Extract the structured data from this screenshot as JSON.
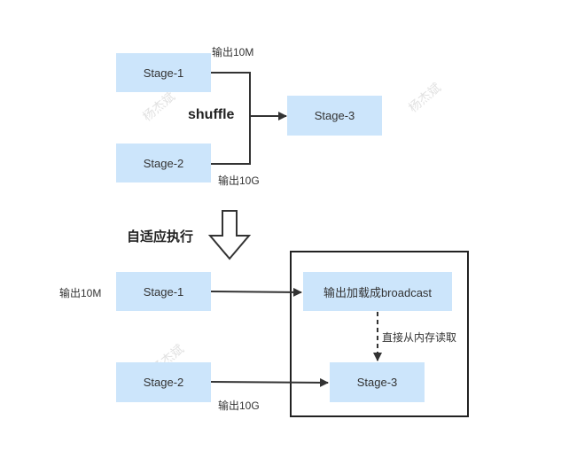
{
  "top": {
    "stage1": "Stage-1",
    "stage2": "Stage-2",
    "stage3": "Stage-3",
    "out1": "输出10M",
    "out2": "输出10G",
    "shuffle": "shuffle"
  },
  "transition": {
    "label": "自适应执行"
  },
  "bottom": {
    "stage1": "Stage-1",
    "stage2": "Stage-2",
    "stage3": "Stage-3",
    "out1": "输出10M",
    "out2": "输出10G",
    "broadcast": "输出加载成broadcast",
    "direct_read": "直接从内存读取"
  },
  "watermark": "杨杰斌",
  "colors": {
    "box_fill": "#cce5fb",
    "line": "#333333"
  }
}
